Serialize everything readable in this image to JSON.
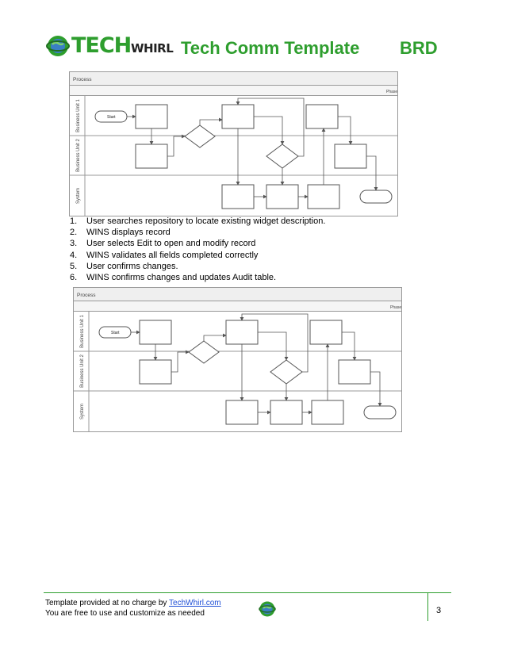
{
  "header": {
    "logo_tech": "TECH",
    "logo_whirl": "WHIRL",
    "title": "Tech Comm Template",
    "doc_type": "BRD"
  },
  "diagram": {
    "title": "Process",
    "phase": "Phase",
    "lanes": [
      "Business Unit 1",
      "Business Unit 2",
      "System"
    ],
    "start_label": "Start"
  },
  "steps": [
    {
      "num": "1.",
      "text": "User searches repository to locate existing widget description."
    },
    {
      "num": "2.",
      "text": "WINS displays record"
    },
    {
      "num": "3.",
      "text": "User selects Edit to open and modify record"
    },
    {
      "num": "4.",
      "text": "WINS validates all fields completed correctly"
    },
    {
      "num": "5.",
      "text": "User confirms changes."
    },
    {
      "num": "6.",
      "text": "WINS confirms changes and updates Audit table."
    }
  ],
  "footer": {
    "line1_prefix": "Template provided at no charge by ",
    "line1_link": "TechWhirl.com",
    "line2": "You are free to use and customize as needed",
    "page_number": "3"
  },
  "colors": {
    "brand_green": "#2e9e2e",
    "link_blue": "#1f4fd6"
  },
  "icons": [
    "globe-logo-icon"
  ]
}
